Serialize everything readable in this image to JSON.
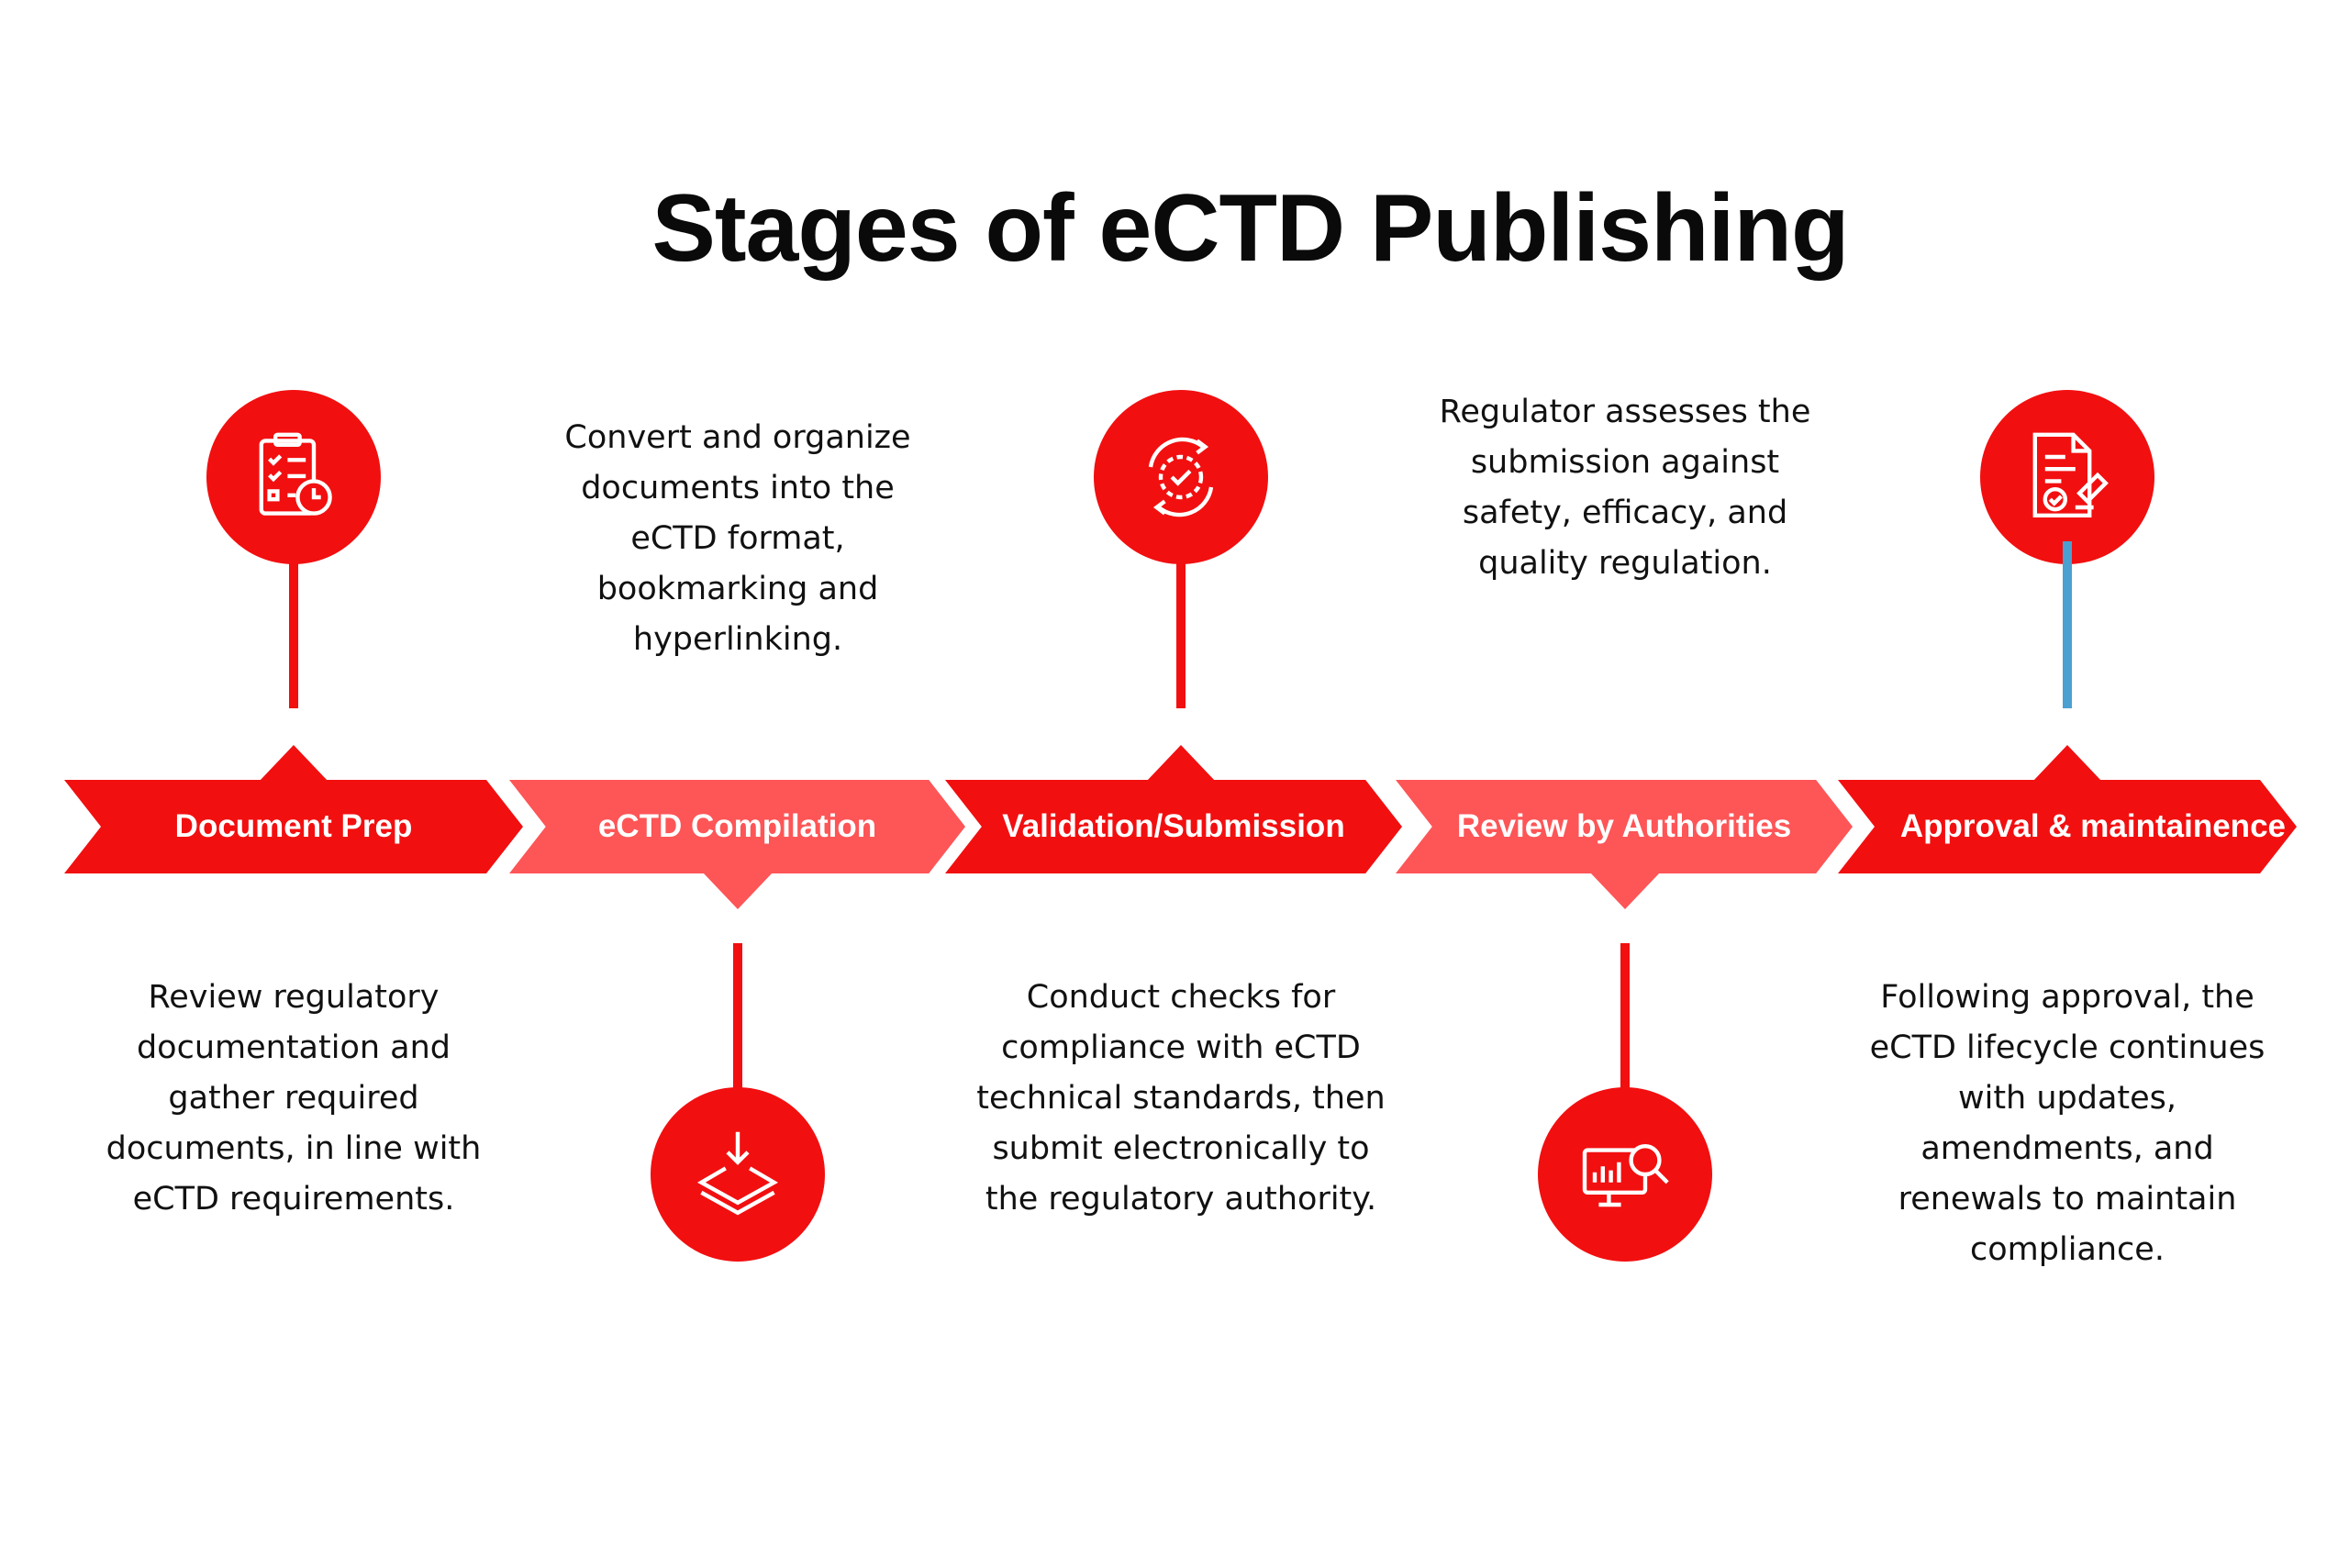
{
  "title": "Stages of eCTD Publishing",
  "colors": {
    "primary": "#f20f10",
    "light": "#fe5557",
    "accent_stem": "#4aa0d0"
  },
  "stages": [
    {
      "label": "Document Prep",
      "icon": "checklist-clock-icon",
      "description": "Review regulatory documentation and gather required documents, in line with eCTD requirements."
    },
    {
      "label": "eCTD Compilation",
      "icon": "layers-download-icon",
      "description": "Convert and organize documents into the eCTD format, bookmarking and hyperlinking."
    },
    {
      "label": "Validation/Submission",
      "icon": "gear-check-cycle-icon",
      "description": "Conduct checks for compliance with eCTD technical standards, then submit electronically to the regulatory authority."
    },
    {
      "label": "Review by Authorities",
      "icon": "monitor-magnifier-icon",
      "description": "Regulator assesses the submission against safety, efficacy, and quality regulation."
    },
    {
      "label": "Approval & maintainence",
      "icon": "document-stamp-icon",
      "description": "Following approval, the eCTD lifecycle continues with updates, amendments, and renewals to maintain compliance."
    }
  ]
}
